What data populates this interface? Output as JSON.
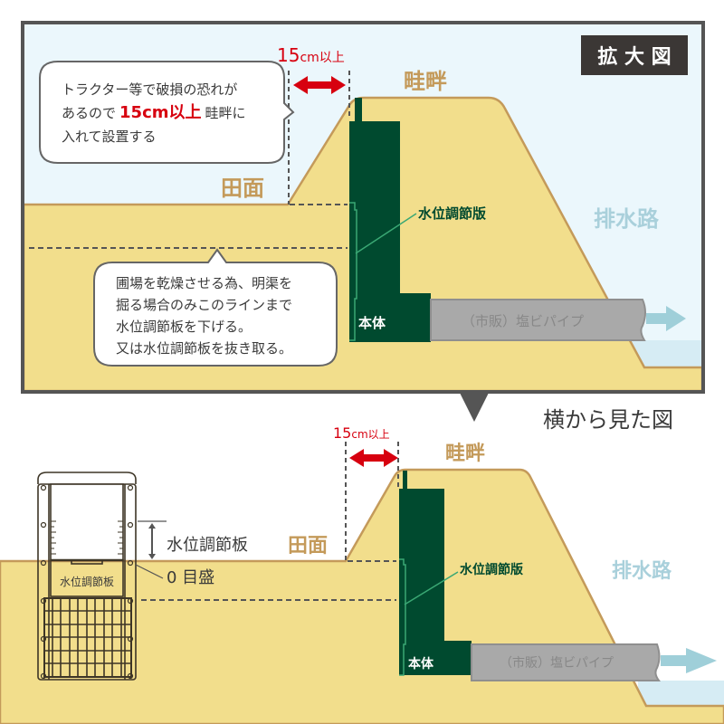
{
  "colors": {
    "soil": "#f2de8c",
    "soil_edge": "#c49a5a",
    "sky": "#ebf7fc",
    "water": "#d6ecf4",
    "frame": "#555555",
    "body_green": "#004a2f",
    "board_line": "#3aa874",
    "pipe": "#a9a9a9",
    "pipe_edge": "#8f8f8f",
    "arrow_blue": "#9fcfd9",
    "red": "#d7000f",
    "label_tan": "#c49a5a",
    "label_water": "#a9d0db",
    "badge_bg": "#3b3735",
    "text_dark": "#3a3a3a"
  },
  "zoom_view": {
    "badge": "拡 大 図",
    "distance_label": {
      "num": "15",
      "unit": "cm以上"
    },
    "ridge_label": "畦畔",
    "field_label": "田面",
    "drain_label": "排水路",
    "board_label": "水位調節版",
    "body_label": "本体",
    "pipe_label": "（市販）塩ビパイプ",
    "bubble_top": {
      "line1": "トラクター等で破損の恐れが",
      "line2_pre": "あるので",
      "line2_red": "15cm以上",
      "line2_post": "畦畔に",
      "line3": "入れて設置する"
    },
    "bubble_bottom": {
      "line1": "圃場を乾燥させる為、明渠を",
      "line2": "掘る場合のみこのラインまで",
      "line3": "水位調節板を下げる。",
      "line4": "又は水位調節板を抜き取る。"
    }
  },
  "side_view": {
    "title": "横から見た図",
    "distance_label": {
      "num": "15",
      "unit": "cm以上"
    },
    "ridge_label": "畦畔",
    "field_label": "田面",
    "drain_label": "排水路",
    "board_label": "水位調節版",
    "body_label": "本体",
    "pipe_label": "（市販）塩ビパイプ",
    "front_board_label": "水位調節板",
    "front_callout_board": "水位調節板",
    "front_callout_zero": "0 目盛"
  }
}
